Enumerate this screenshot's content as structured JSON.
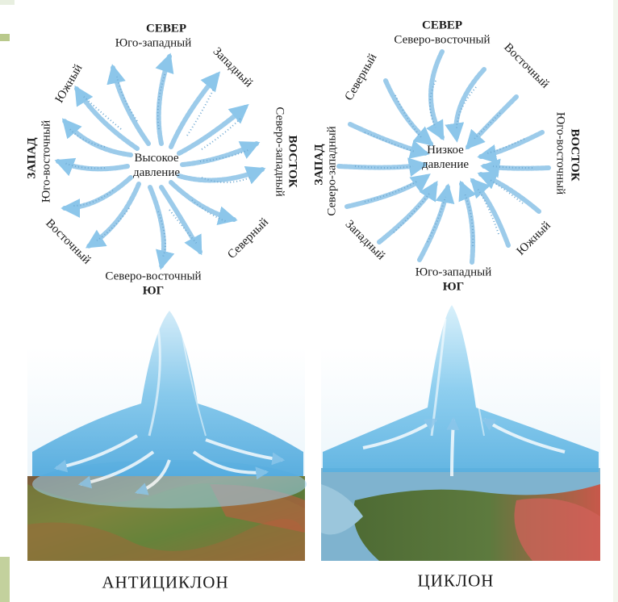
{
  "diagrams": [
    {
      "id": "anticyclone",
      "title": "АНТИЦИКЛОН",
      "center_line1": "Высокое",
      "center_line2": "давление",
      "north_cardinal": "СЕВЕР",
      "south_cardinal": "ЮГ",
      "west_cardinal": "ЗАПАД",
      "east_cardinal": "ВОСТОК",
      "winds": {
        "n": "Юго-западный",
        "ne": "Западный",
        "e": "Северо-западный",
        "se": "Северный",
        "s": "Северо-восточный",
        "sw": "Восточный",
        "w": "Юго-восточный",
        "nw": "Южный"
      }
    },
    {
      "id": "cyclone",
      "title": "ЦИКЛОН",
      "center_line1": "Низкое",
      "center_line2": "давление",
      "north_cardinal": "СЕВЕР",
      "south_cardinal": "ЮГ",
      "west_cardinal": "ЗАПАД",
      "east_cardinal": "ВОСТОК",
      "winds": {
        "n": "Северо-восточный",
        "ne": "Восточный",
        "e": "Юго-восточный",
        "se": "Южный",
        "s": "Юго-западный",
        "sw": "Западный",
        "w": "Северо-западный",
        "nw": "Северный"
      }
    }
  ]
}
